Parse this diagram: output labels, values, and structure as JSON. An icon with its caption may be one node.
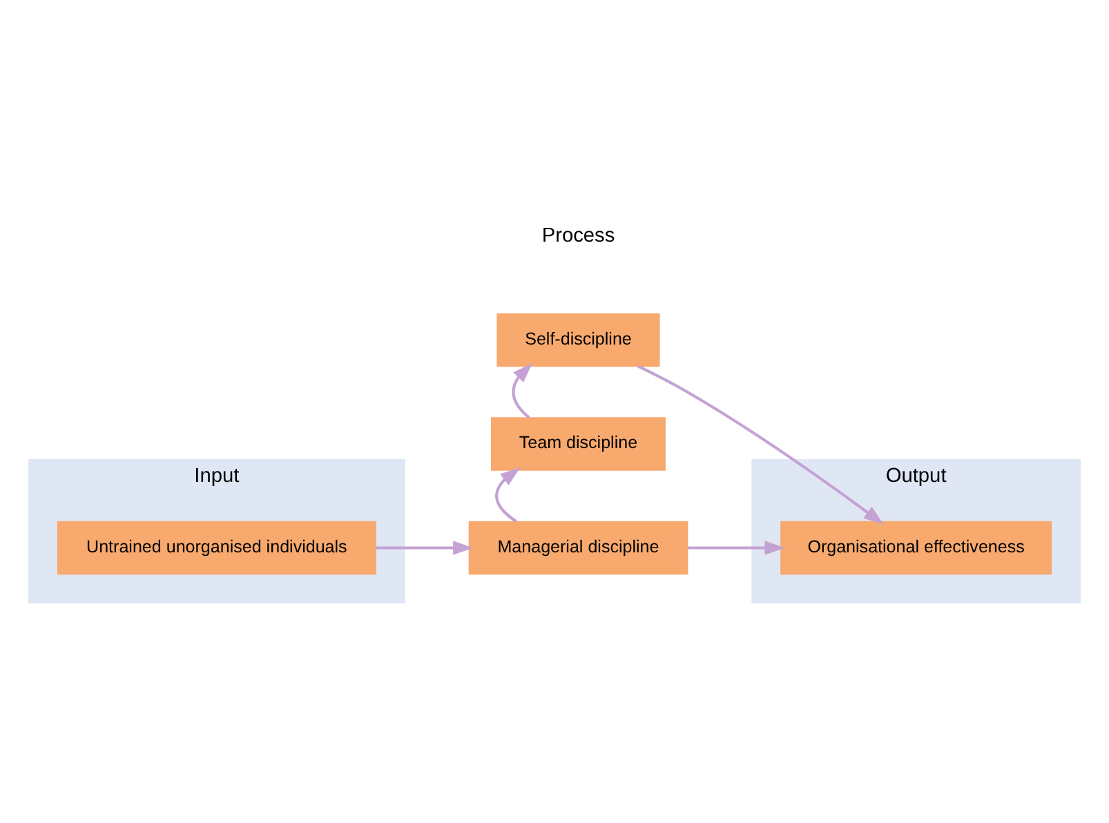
{
  "diagram": {
    "nodes": [
      {
        "text": [
          "Input"
        ]
      },
      {
        "text": [
          "Output"
        ]
      },
      {
        "text": [
          "Organisational effectiveness"
        ],
        "in": 1
      },
      {
        "text": [
          "Self-discipline"
        ]
      },
      {
        "text": [
          "Team discipline"
        ]
      },
      {
        "text": [
          "Managerial discipline"
        ]
      },
      {
        "text": [
          "Untrained unorganised individuals"
        ],
        "in": 0
      }
    ],
    "edges": [
      {
        "from": 6,
        "to": 5,
        "arrow": "to"
      },
      {
        "from": 5,
        "to": 4,
        "arrow": "to"
      },
      {
        "from": 4,
        "to": 3,
        "arrow": "to"
      },
      {
        "from": 3,
        "to": 2,
        "arrow": "to"
      },
      {
        "from": 5,
        "to": 2,
        "arrow": "to"
      }
    ],
    "labels": [
      "Process"
    ]
  }
}
